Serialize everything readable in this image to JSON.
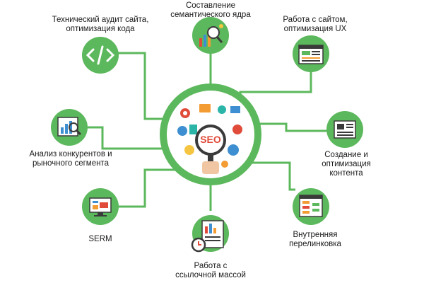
{
  "diagram": {
    "center_label": "SEO",
    "nodes": [
      {
        "id": "tech-audit",
        "label": "Технический аудит сайта,\nоптимизация кода",
        "icon": "code-brackets-icon"
      },
      {
        "id": "semantic-core",
        "label": "Составление\nсемантического ядра",
        "icon": "magnifier-chart-icon"
      },
      {
        "id": "ux",
        "label": "Работа с сайтом,\nоптимизация UX",
        "icon": "browser-window-icon"
      },
      {
        "id": "content",
        "label": "Создание и\nоптимизация контента",
        "icon": "newspaper-icon"
      },
      {
        "id": "linking",
        "label": "Внутренняя\nперелинковка",
        "icon": "sitemap-icon"
      },
      {
        "id": "backlinks",
        "label": "Работа с\nссылочной массой",
        "icon": "report-stopwatch-icon"
      },
      {
        "id": "serm",
        "label": "SERM",
        "icon": "monitor-seo-icon"
      },
      {
        "id": "competitors",
        "label": "Анализ конкурентов и\nрыночного сегмента",
        "icon": "chart-magnifier-icon"
      }
    ]
  },
  "colors": {
    "green": "#5cb85c",
    "white": "#ffffff",
    "dark": "#3a3a3a",
    "orange": "#f39c34",
    "blue": "#3d8fd1",
    "red": "#e04b3a",
    "teal": "#2bb5a8",
    "yellow": "#f5c542"
  }
}
